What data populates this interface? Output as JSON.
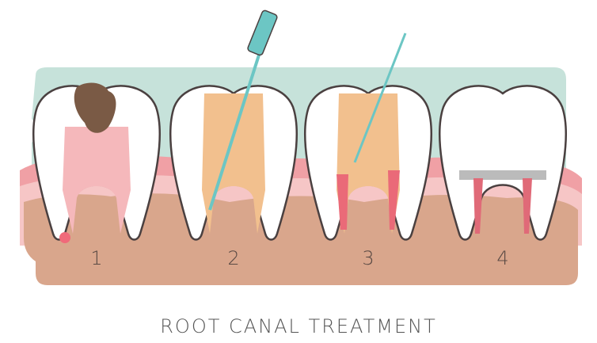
{
  "title": "ROOT CANAL TREATMENT",
  "steps": [
    {
      "label": "1"
    },
    {
      "label": "2"
    },
    {
      "label": "3"
    },
    {
      "label": "4"
    }
  ],
  "colors": {
    "gum_teal": "#c6e2da",
    "gum_pink": "#f0a0a5",
    "gum_light": "#f6c6c6",
    "bone": "#d9a68c",
    "pulp_pink": "#f5b8bb",
    "filling": "#f2c08e",
    "decay": "#7a5a45",
    "instrument": "#6cc6c4",
    "outline": "#4a4040"
  }
}
